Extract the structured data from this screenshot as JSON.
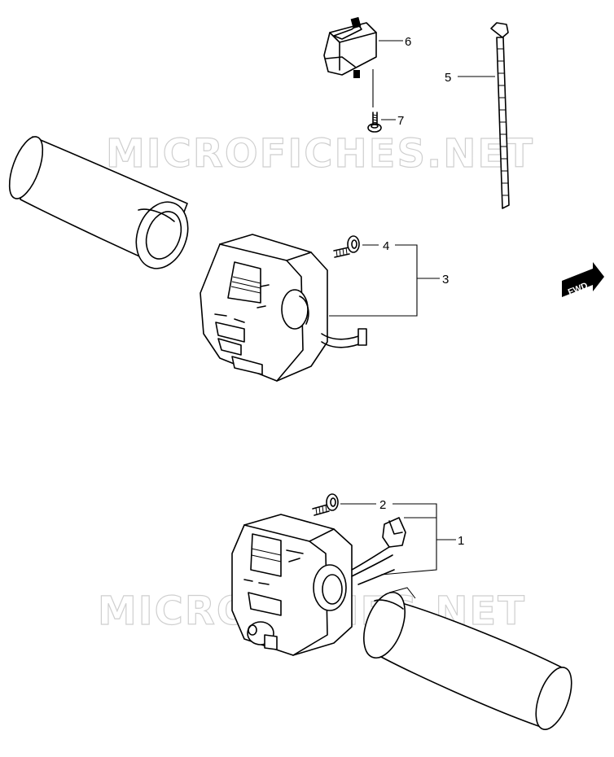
{
  "diagram": {
    "watermark_text": "MICROFICHES.NET",
    "direction_badge": "FWD",
    "callouts": {
      "c1": "1",
      "c2": "2",
      "c3": "3",
      "c4": "4",
      "c5": "5",
      "c6": "6",
      "c7": "7"
    },
    "parts": [
      {
        "id": "1",
        "name": "right-handlebar-switch"
      },
      {
        "id": "2",
        "name": "screw"
      },
      {
        "id": "3",
        "name": "left-handlebar-switch"
      },
      {
        "id": "4",
        "name": "screw"
      },
      {
        "id": "5",
        "name": "cable-tie"
      },
      {
        "id": "6",
        "name": "relay"
      },
      {
        "id": "7",
        "name": "screw"
      }
    ],
    "colors": {
      "ink": "#000000",
      "watermark": "#cfcfcf",
      "background": "#ffffff"
    }
  }
}
